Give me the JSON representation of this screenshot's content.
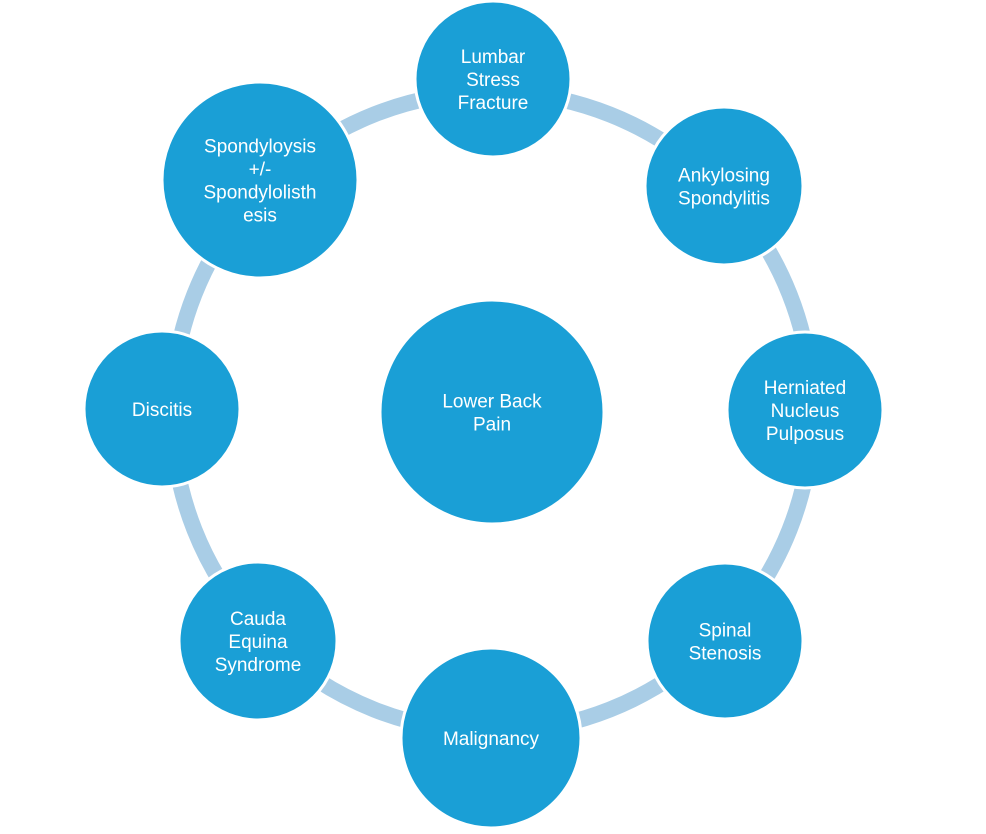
{
  "colors": {
    "node_fill": "#1a9fd6",
    "node_stroke": "#ffffff",
    "ring": "#a9cde6",
    "text": "#ffffff",
    "background": "#ffffff"
  },
  "center": {
    "label_lines": [
      "Lower Back",
      "Pain"
    ]
  },
  "nodes": [
    {
      "id": "lumbar-stress-fracture",
      "label_lines": [
        "Lumbar",
        "Stress",
        "Fracture"
      ]
    },
    {
      "id": "ankylosing-spondylitis",
      "label_lines": [
        "Ankylosing",
        "Spondylitis"
      ]
    },
    {
      "id": "herniated-nucleus-pulposus",
      "label_lines": [
        "Herniated",
        "Nucleus",
        "Pulposus"
      ]
    },
    {
      "id": "spinal-stenosis",
      "label_lines": [
        "Spinal",
        "Stenosis"
      ]
    },
    {
      "id": "malignancy",
      "label_lines": [
        "Malignancy"
      ]
    },
    {
      "id": "cauda-equina-syndrome",
      "label_lines": [
        "Cauda",
        "Equina",
        "Syndrome"
      ]
    },
    {
      "id": "discitis",
      "label_lines": [
        "Discitis"
      ]
    },
    {
      "id": "spondylolysis-spondylolisthesis",
      "label_lines": [
        "Spondyloysis",
        "+/-",
        "Spondylolisth",
        "esis"
      ]
    }
  ]
}
